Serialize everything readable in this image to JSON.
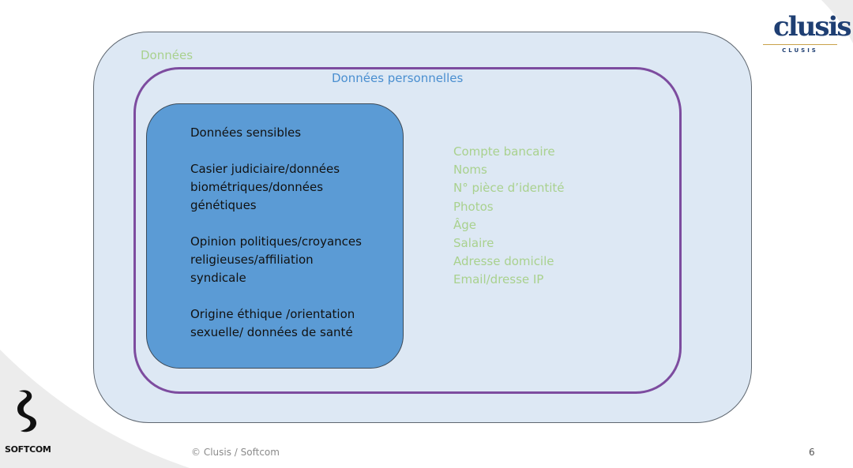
{
  "diagram": {
    "outer_label": "Données",
    "middle_label": "Données personnelles",
    "inner_paragraphs": [
      "Données sensibles",
      "Casier judiciaire/données\nbiométriques/données\ngénétiques",
      "Opinion politiques/croyances\nreligieuses/affiliation\nsyndicale",
      "Origine éthique /orientation\nsexuelle/ données de santé"
    ],
    "personal_items": [
      "Compte bancaire",
      "Noms",
      "N° pièce d’identité",
      "Photos",
      "Âge",
      "Salaire",
      "Adresse domicile",
      "Email/dresse IP"
    ]
  },
  "branding": {
    "clusis_mark": "clusis",
    "clusis_sub": "CLUSIS",
    "softcom": "SOFTCOM"
  },
  "footer": {
    "copyright": "© Clusis / Softcom",
    "page_number": "6"
  },
  "colors": {
    "outer_fill": "#dde8f4",
    "middle_border": "#7d4c9f",
    "inner_fill": "#5b9bd5",
    "green_text": "#a9d18e",
    "blue_text": "#4a8fd0"
  }
}
